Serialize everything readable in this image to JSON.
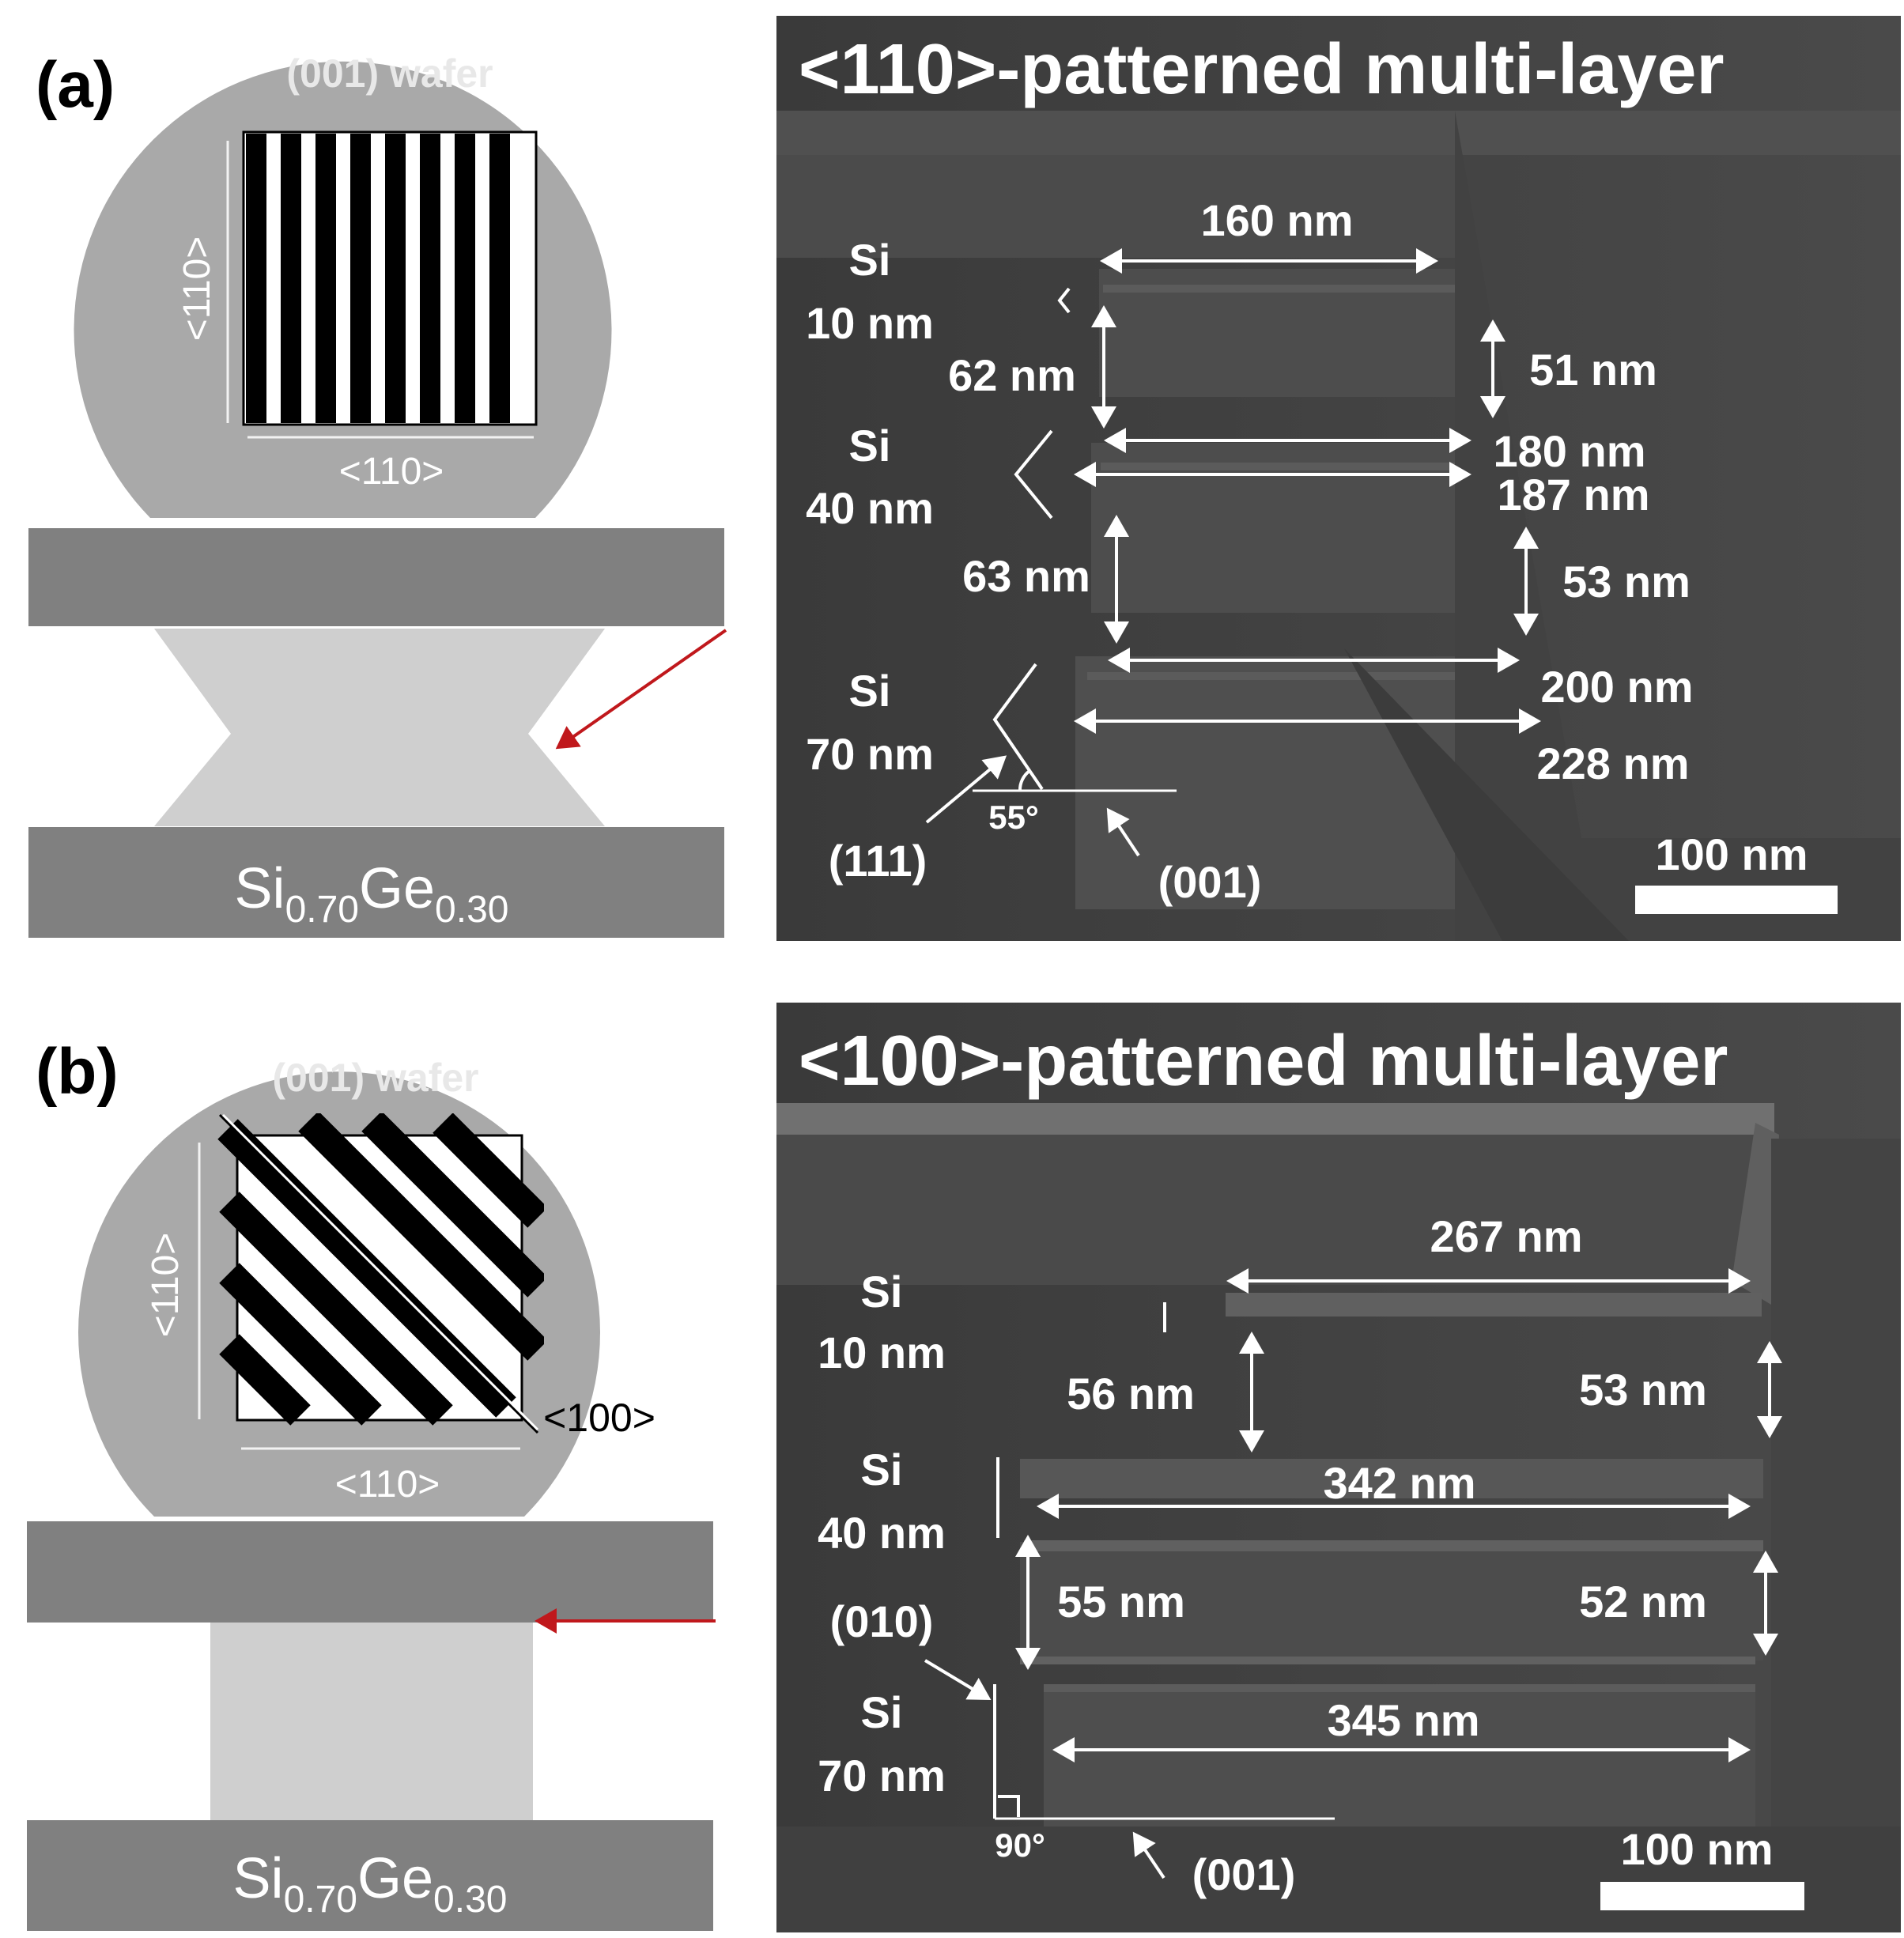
{
  "panel_a": {
    "label": "(a)",
    "wafer_title": "(001) wafer",
    "wafer_dir_vertical": "<110>",
    "wafer_dir_horizontal": "<110>",
    "substrate": {
      "base": "Si",
      "sub1": "0.70",
      "mid": "Ge",
      "sub2": "0.30"
    },
    "sem": {
      "title": "<110>-patterned multi-layer",
      "layers": [
        {
          "name": "Si",
          "thickness": "10 nm"
        },
        {
          "name": "Si",
          "thickness": "40 nm"
        },
        {
          "name": "Si",
          "thickness": "70 nm"
        }
      ],
      "widths": [
        "160 nm",
        "180 nm",
        "187 nm",
        "200 nm",
        "228 nm"
      ],
      "left_gaps": [
        "62 nm",
        "63 nm"
      ],
      "right_gaps": [
        "51 nm",
        "53 nm"
      ],
      "angle": "55°",
      "facet": "(111)",
      "plane": "(001)",
      "scalebar": "100 nm"
    }
  },
  "panel_b": {
    "label": "(b)",
    "wafer_title": "(001) wafer",
    "wafer_dir_vertical": "<110>",
    "wafer_dir_horizontal": "<110>",
    "wafer_dir_diagonal": "<100>",
    "substrate": {
      "base": "Si",
      "sub1": "0.70",
      "mid": "Ge",
      "sub2": "0.30"
    },
    "sem": {
      "title": "<100>-patterned multi-layer",
      "layers": [
        {
          "name": "Si",
          "thickness": "10 nm"
        },
        {
          "name": "Si",
          "thickness": "40 nm"
        },
        {
          "name": "Si",
          "thickness": "70 nm"
        }
      ],
      "widths": [
        "267 nm",
        "342 nm",
        "345 nm"
      ],
      "left_gaps": [
        "56 nm",
        "55 nm"
      ],
      "right_gaps": [
        "53 nm",
        "52 nm"
      ],
      "angle": "90°",
      "facet": "(010)",
      "plane": "(001)",
      "scalebar": "100 nm"
    }
  },
  "colors": {
    "wafer": "#a9a9a9",
    "slab": "#808080",
    "sige_layer": "#cfcfcf",
    "sem_bg": "#3c3c3c",
    "arrow_red": "#c0181c"
  }
}
